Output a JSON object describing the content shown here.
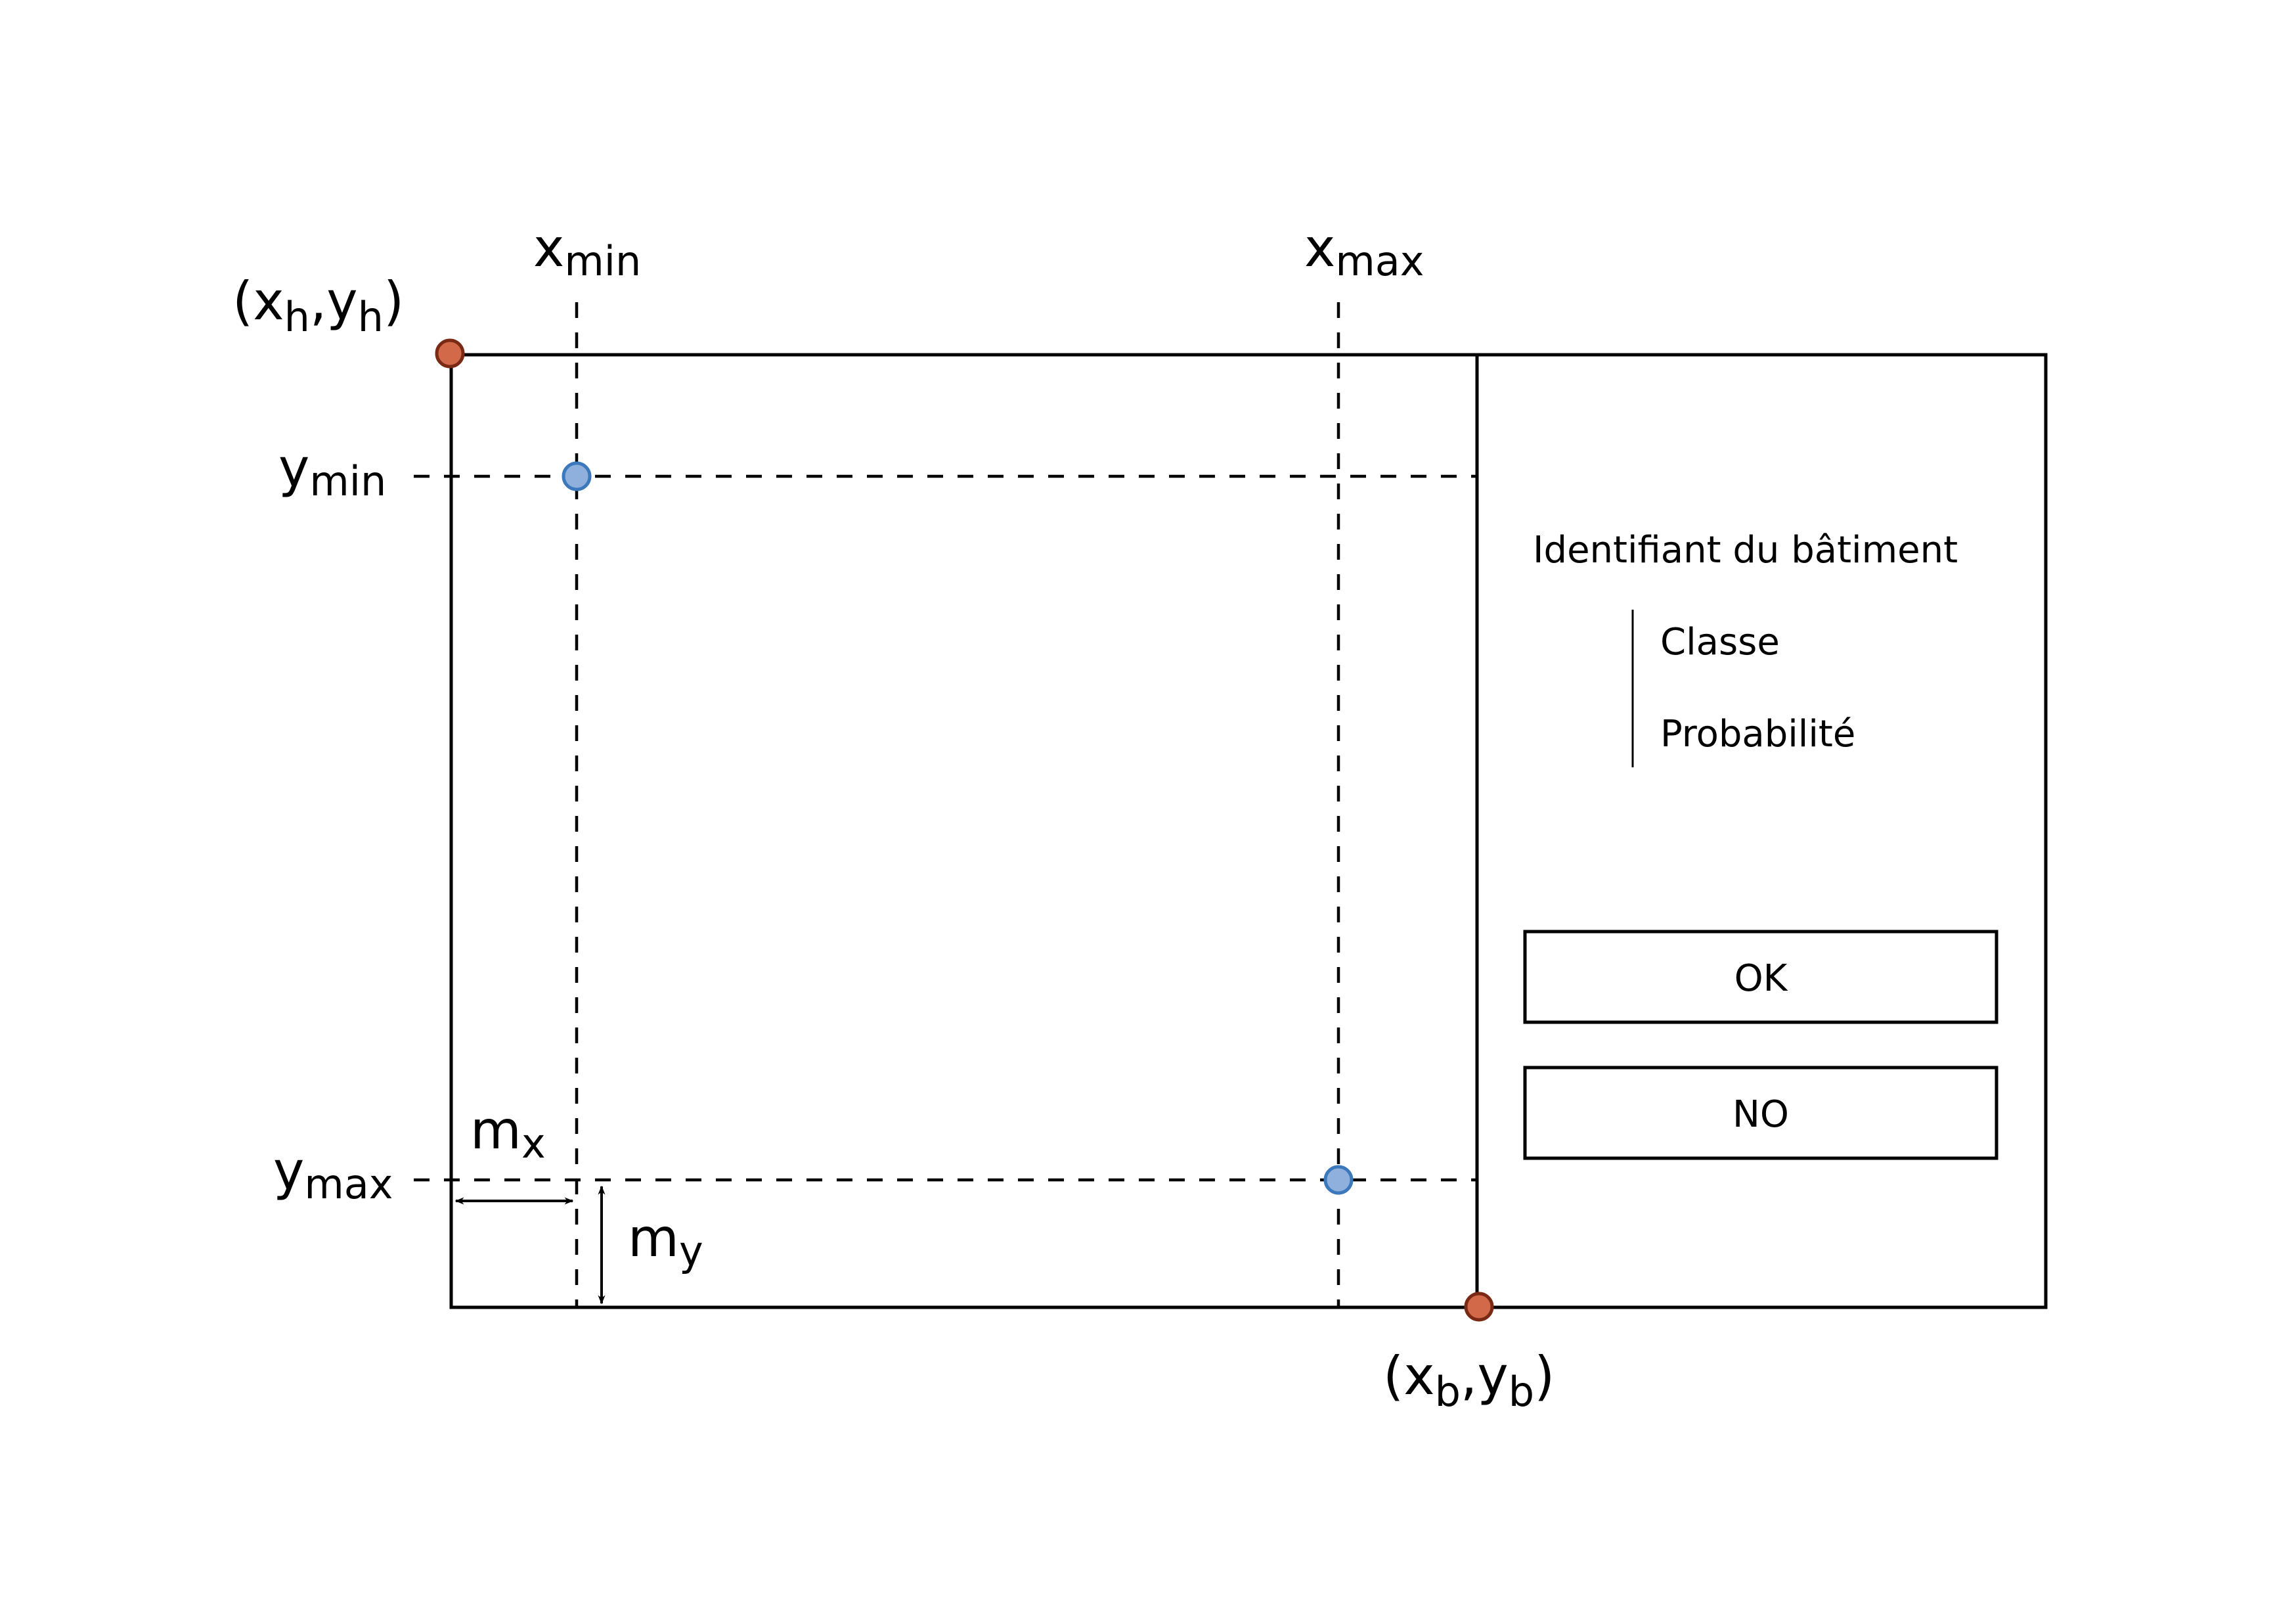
{
  "colors": {
    "corner_point_fill": "#d26a4a",
    "corner_point_stroke": "#7a2a14",
    "bbox_point_fill": "#8fb0dc",
    "bbox_point_stroke": "#3c78bc",
    "line": "#000000",
    "background": "#ffffff"
  },
  "labels": {
    "top_left": {
      "main": "(x",
      "sub1": "h",
      "mid": ",y",
      "sub2": "h",
      "end": ")"
    },
    "bottom_right": {
      "main": "(x",
      "sub1": "b",
      "mid": ",y",
      "sub2": "b",
      "end": ")"
    },
    "xmin": {
      "main": "x",
      "sub": "min"
    },
    "xmax": {
      "main": "x",
      "sub": "max"
    },
    "ymin": {
      "main": "y",
      "sub": "min"
    },
    "ymax": {
      "main": "y",
      "sub": "max"
    },
    "mx": {
      "main": "m",
      "sub": "x"
    },
    "my": {
      "main": "m",
      "sub": "y"
    }
  },
  "panel": {
    "title": "Identifiant du bâtiment",
    "class_label": "Classe",
    "probability_label": "Probabilité",
    "ok_button": "OK",
    "no_button": "NO"
  }
}
